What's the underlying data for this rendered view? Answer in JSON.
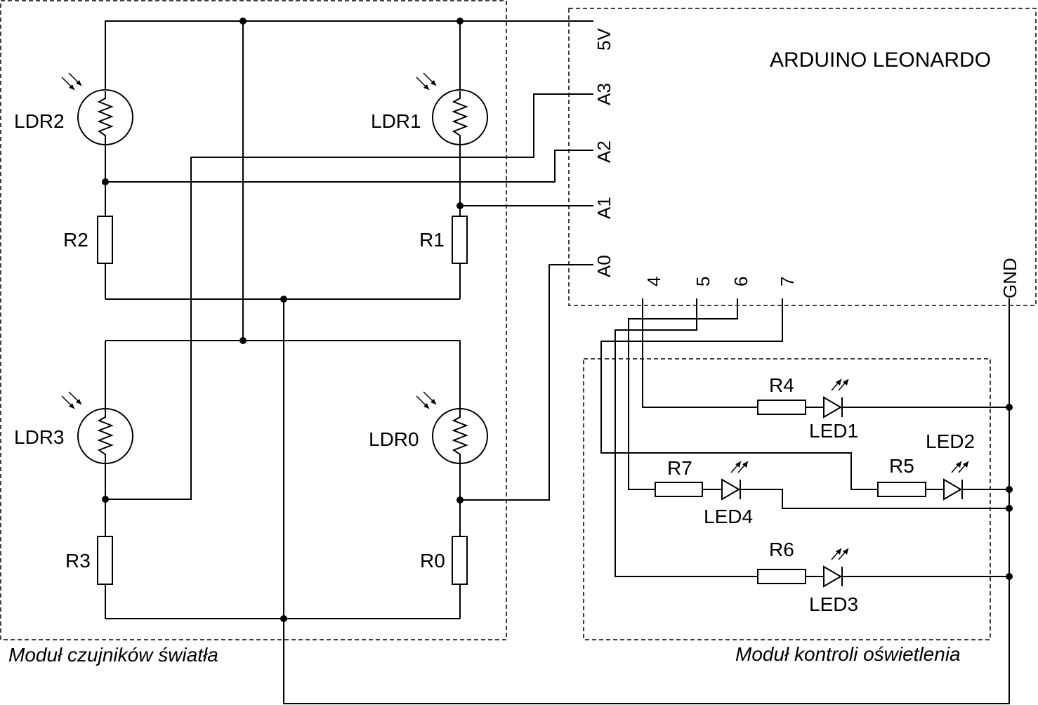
{
  "modules": {
    "sensor_caption": "Moduł czujników światła",
    "control_caption": "Moduł kontroli oświetlenia"
  },
  "board": {
    "title": "ARDUINO LEONARDO",
    "pins": {
      "v5": "5V",
      "a3": "A3",
      "a2": "A2",
      "a1": "A1",
      "a0": "A0",
      "d4": "4",
      "d5": "5",
      "d6": "6",
      "d7": "7",
      "gnd": "GND"
    }
  },
  "components": {
    "ldr0": "LDR0",
    "ldr1": "LDR1",
    "ldr2": "LDR2",
    "ldr3": "LDR3",
    "r0": "R0",
    "r1": "R1",
    "r2": "R2",
    "r3": "R3",
    "r4": "R4",
    "r5": "R5",
    "r6": "R6",
    "r7": "R7",
    "led1": "LED1",
    "led2": "LED2",
    "led3": "LED3",
    "led4": "LED4"
  }
}
